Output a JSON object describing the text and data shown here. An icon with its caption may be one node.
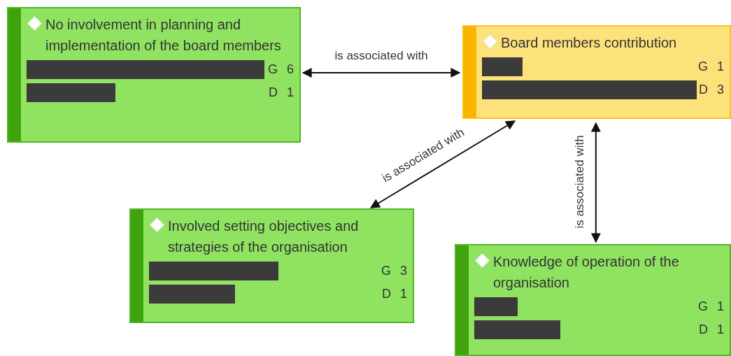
{
  "diagram": {
    "nodes": [
      {
        "text": [
          "No involvement in planning and implementation of the board members",
          "G 6",
          "D 1"
        ]
      },
      {
        "text": [
          "Board members contribution",
          "G 1",
          "D 3"
        ]
      },
      {
        "text": [
          "Involved setting objectives and strategies of the organisation",
          "G 3",
          "D 1"
        ]
      },
      {
        "text": [
          "Knowledge of operation of the organisation",
          "G 1",
          "D 1"
        ]
      }
    ],
    "edges": [
      {
        "from": 0,
        "to": 1,
        "arrow": "both",
        "label": "is associated with"
      },
      {
        "from": 1,
        "to": 2,
        "arrow": "both",
        "label": "is associated with"
      },
      {
        "from": 1,
        "to": 3,
        "arrow": "both",
        "label": "is associated with"
      }
    ]
  }
}
